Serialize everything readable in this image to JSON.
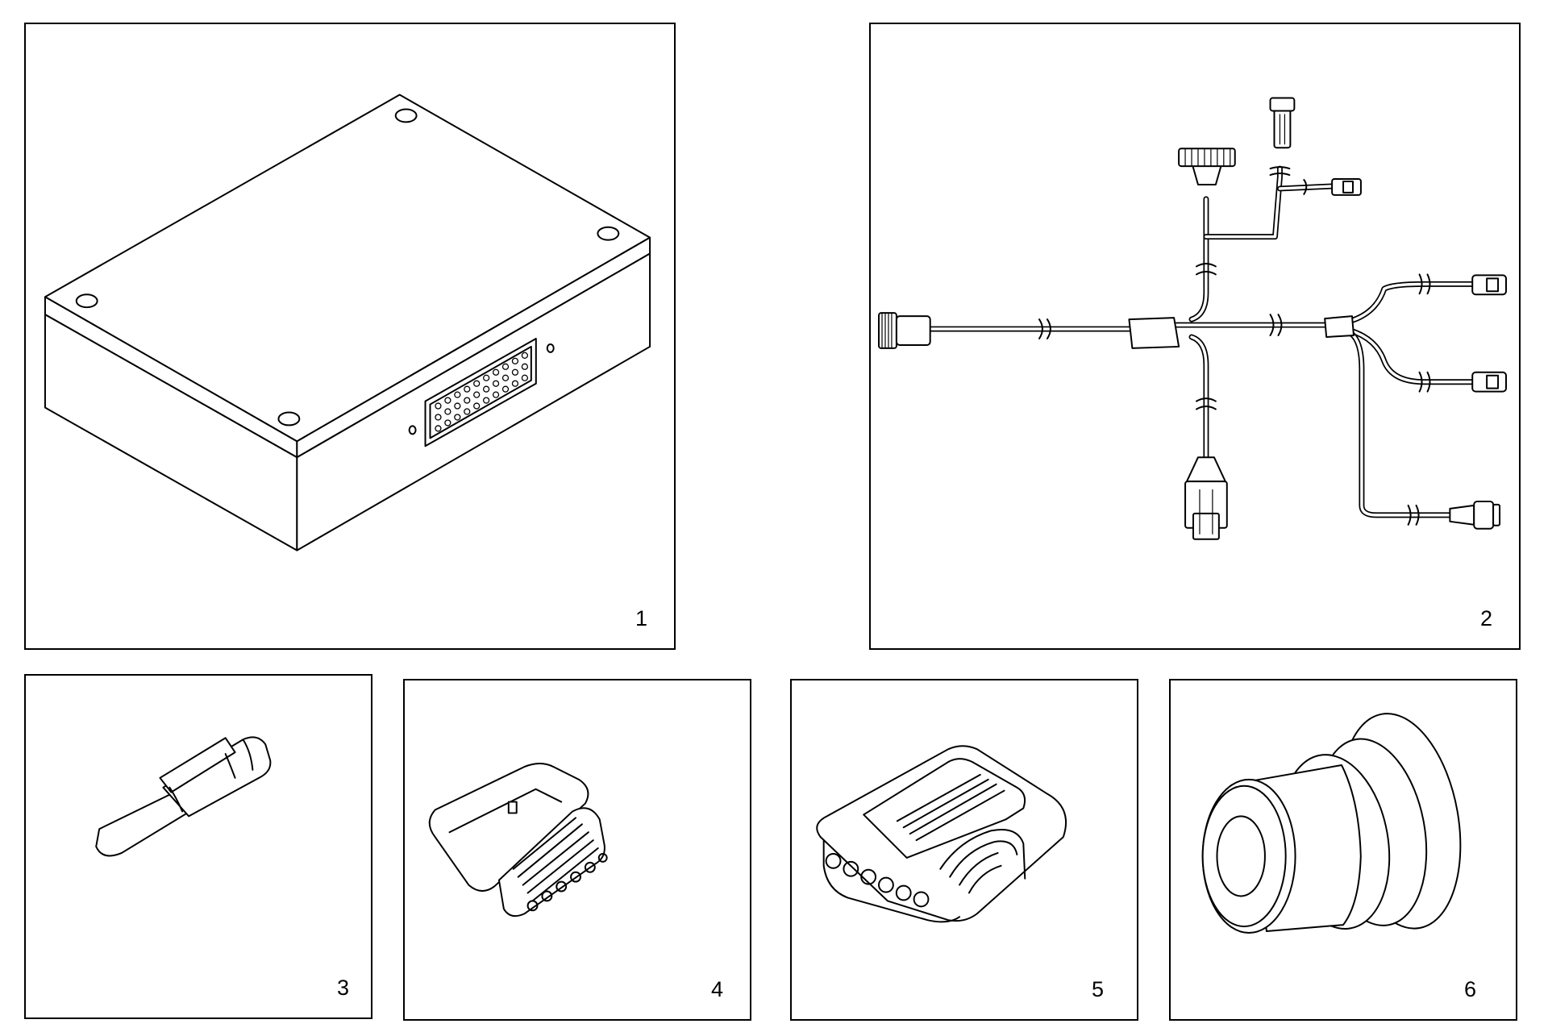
{
  "panels": [
    {
      "number": "1",
      "item": "control-unit"
    },
    {
      "number": "2",
      "item": "wiring-harness"
    },
    {
      "number": "3",
      "item": "terminal"
    },
    {
      "number": "4",
      "item": "connector-housing-6-pin"
    },
    {
      "number": "5",
      "item": "connector-housing-6-pin-locked"
    },
    {
      "number": "6",
      "item": "seal"
    }
  ]
}
